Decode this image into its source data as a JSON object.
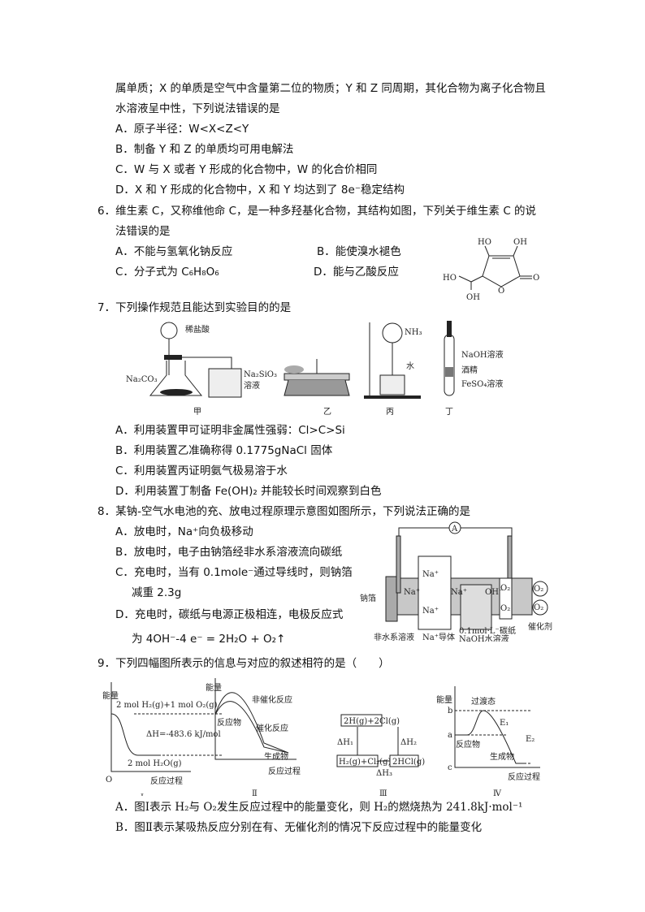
{
  "q5": {
    "cont1": "属单质；X 的单质是空气中含量第二位的物质；Y 和 Z 同周期，其化合物为离子化合物且",
    "cont2": "水溶液呈中性，下列说法错误的是",
    "A": "A．原子半径：W<X<Z<Y",
    "B": "B．制备 Y 和 Z 的单质均可用电解法",
    "C": "C．W 与 X 或者 Y 形成的化合物中，W 的化合价相同",
    "D": "D．X 和 Y 形成的化合物中，X 和 Y 均达到了 8e⁻稳定结构"
  },
  "q6": {
    "stem1": "6．维生素 C，又称维他命 C，是一种多羟基化合物，其结构如图，下列关于维生素 C 的说",
    "stem2": "法错误的是",
    "A": "A．不能与氢氧化钠反应",
    "B": "B．能使溴水褪色",
    "C": "C．分子式为 C₆H₈O₆",
    "D": "D．能与乙酸反应",
    "struct": {
      "ho1": "HO",
      "oh1": "OH",
      "ho2": "HO",
      "oh2": "OH",
      "o": "O"
    }
  },
  "q7": {
    "stem": "7．下列操作规范且能达到实验目的的是",
    "fig": {
      "hcl": "稀盐酸",
      "na2co3": "Na₂CO₃",
      "na2sio3": "Na₂SiO₃",
      "sol": "溶液",
      "nh3": "NH₃",
      "water": "水",
      "naoh": "NaOH溶液",
      "alcohol": "酒精",
      "feso4": "FeSO₄溶液",
      "l1": "甲",
      "l2": "乙",
      "l3": "丙",
      "l4": "丁"
    },
    "A": "A．利用装置甲可证明非金属性强弱：Cl>C>Si",
    "B": "B．利用装置乙准确称得 0.1775gNaCl 固体",
    "C": "C．利用装置丙证明氨气极易溶于水",
    "D": "D．利用装置丁制备 Fe(OH)₂ 并能较长时间观察到白色"
  },
  "q8": {
    "stem": "8．某钠-空气水电池的充、放电过程原理示意图如图所示，下列说法正确的是",
    "A": "A．放电时，Na⁺向负极移动",
    "B": "B．放电时，电子由钠箔经非水系溶液流向碳纸",
    "C": "C．充电时，当有 0.1mole⁻通过导线时，则钠箔",
    "C2": "减重 2.3g",
    "D": "D．充电时，碳纸与电源正极相连，电极反应式",
    "D2": "为 4OH⁻-4 e⁻ = 2H₂O + O₂↑",
    "fig": {
      "ammeter": "A",
      "na": "Na⁺",
      "oh": "OH⁻",
      "o2": "O₂",
      "foil": "钠箔",
      "nonaq": "非水系溶液",
      "conductor": "Na⁺导体",
      "conc": "0.1mol·L⁻¹",
      "naoh": "NaOH水溶液",
      "paper": "碳纸",
      "cat": "催化剂"
    }
  },
  "q9": {
    "stem": "9．下列四幅图所表示的信息与对应的叙述相符的是（　　）",
    "fig1": {
      "y": "能量",
      "top": "2 mol H₂(g)+1 mol O₂(g)",
      "dh": "ΔH=-483.6 kJ/mol",
      "bottom": "2 mol H₂O(g)",
      "origin": "O",
      "x": "反应过程",
      "label": "Ⅰ"
    },
    "fig2": {
      "y": "能量",
      "noncat": "非催化反应",
      "react": "反应物",
      "cat": "催化反应",
      "prod": "生成物",
      "x": "反应过程",
      "label": "Ⅱ"
    },
    "fig3": {
      "top": "2H(g)+2Cl(g)",
      "left": "H₂(g)+Cl₂(g)",
      "right": "2HCl(g)",
      "dh1": "ΔH₁",
      "dh2": "ΔH₂",
      "dh3": "ΔH₃",
      "label": "Ⅲ"
    },
    "fig4": {
      "y": "能量",
      "ts": "过渡态",
      "b": "b",
      "a": "a",
      "c": "c",
      "e1": "E₁",
      "e2": "E₂",
      "react": "反应物",
      "prod": "生成物",
      "x": "反应过程",
      "label": "Ⅳ"
    },
    "A": "A．图Ⅰ表示 H₂与 O₂发生反应过程中的能量变化，则 H₂的燃烧热为 241.8kJ·mol⁻¹",
    "B": "B．图Ⅱ表示某吸热反应分别在有、无催化剂的情况下反应过程中的能量变化"
  }
}
